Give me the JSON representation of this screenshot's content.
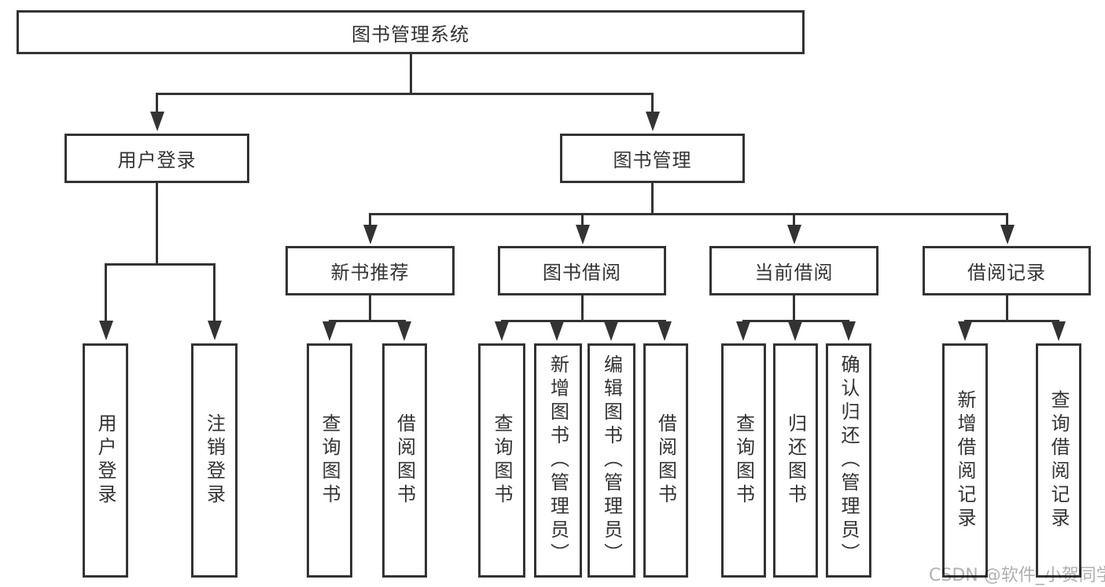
{
  "diagram": {
    "root": {
      "label": "图书管理系统"
    },
    "level2": {
      "user_login": {
        "label": "用户登录"
      },
      "book_mgmt": {
        "label": "图书管理"
      }
    },
    "level3": {
      "new_book_rec": {
        "label": "新书推荐"
      },
      "book_borrow": {
        "label": "图书借阅"
      },
      "current_borrow": {
        "label": "当前借阅"
      },
      "borrow_records": {
        "label": "借阅记录"
      }
    },
    "leaves": {
      "user_login_leaf": "用户登录",
      "logout": "注销登录",
      "query_books_rec": "查询图书",
      "borrow_books_rec": "借阅图书",
      "query_books_borrow": "查询图书",
      "add_books_admin": "新增图书（管理员）",
      "edit_books_admin": "编辑图书（管理员）",
      "borrow_books_borrow": "借阅图书",
      "query_books_current": "查询图书",
      "return_books": "归还图书",
      "confirm_return_admin": "确认归还（管理员）",
      "add_borrow_record": "新增借阅记录",
      "query_borrow_record": "查询借阅记录"
    }
  },
  "watermark": {
    "text": "CSDN @软件_小贺同学"
  },
  "colors": {
    "line": "#333333",
    "text": "#333333",
    "watermark": "#b0b0b0",
    "background": "#ffffff"
  }
}
